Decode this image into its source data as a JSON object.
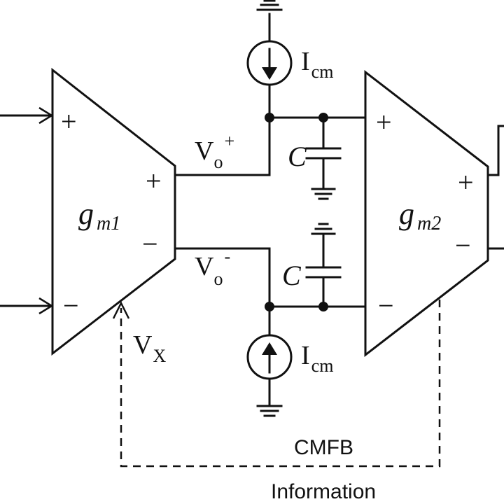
{
  "diagram": {
    "amp1": {
      "symbol": "g",
      "subscript": "m1",
      "in_plus": "+",
      "in_minus": "−",
      "out_plus": "+",
      "out_minus": "−"
    },
    "amp2": {
      "symbol": "g",
      "subscript": "m2",
      "in_plus": "+",
      "in_minus": "−",
      "out_plus": "+",
      "out_minus": "−"
    },
    "vo_plus": {
      "base": "V",
      "sub": "o",
      "sup": "+"
    },
    "vo_minus": {
      "base": "V",
      "sub": "o",
      "sup": "-"
    },
    "vx": {
      "base": "V",
      "sub": "X"
    },
    "cap_top": "C",
    "cap_bottom": "C",
    "icm_top": {
      "base": "I",
      "sub": "cm"
    },
    "icm_bottom": {
      "base": "I",
      "sub": "cm"
    },
    "cmfb_label": "CMFB",
    "info_label": "Information"
  }
}
